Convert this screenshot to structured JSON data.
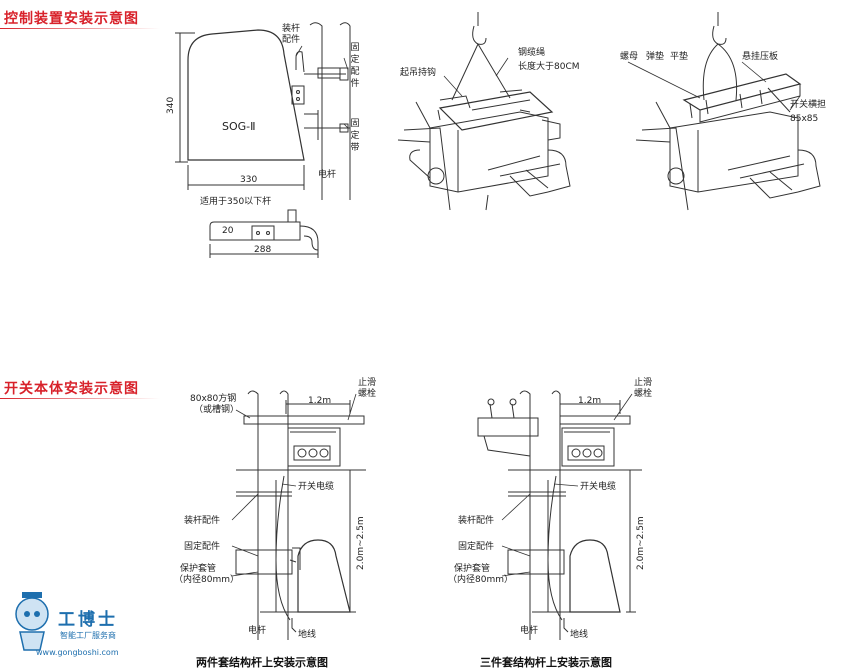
{
  "sections": {
    "control_title": "控制装置安装示意图",
    "switch_title": "开关本体安装示意图"
  },
  "control": {
    "rod_fitting": "装杆配件",
    "fixed_fitting": "固定配件",
    "fixed_band": "固定带",
    "model": "SOG-Ⅱ",
    "height": "340",
    "width": "330",
    "pole": "电杆",
    "suitable": "适用于350以下杆",
    "bracket_dim": "20",
    "bracket_width": "288"
  },
  "switch_lifting": {
    "hook": "起吊持钩",
    "rope": "钢缆绳",
    "rope_length": "长度大于80CM"
  },
  "switch_mount": {
    "nut": "螺母",
    "spring_washer": "弹垫",
    "flat_washer": "平垫",
    "plate": "悬挂压板",
    "crossarm": "开关横担",
    "crossarm_size": "85x85"
  },
  "two_piece": {
    "steel": "80x80方钢",
    "steel_alt": "（或槽钢）",
    "distance": "1.2m",
    "anti_slip": "止滑螺栓",
    "cable": "开关电缆",
    "rod_fitting": "装杆配件",
    "fixed_fitting": "固定配件",
    "sleeve": "保护套管",
    "sleeve_dia": "（内径80mm）",
    "height": "2.0m~2.5m",
    "pole": "电杆",
    "ground": "地线",
    "caption": "两件套结构杆上安装示意图"
  },
  "three_piece": {
    "distance": "1.2m",
    "anti_slip": "止滑螺栓",
    "cable": "开关电缆",
    "rod_fitting": "装杆配件",
    "fixed_fitting": "固定配件",
    "sleeve": "保护套管",
    "sleeve_dia": "（内径80mm）",
    "height": "2.0m~2.5m",
    "pole": "电杆",
    "ground": "地线",
    "caption": "三件套结构杆上安装示意图"
  },
  "logo": {
    "name": "工博士",
    "slogan": "智能工厂服务商",
    "url": "www.gongboshi.com"
  }
}
